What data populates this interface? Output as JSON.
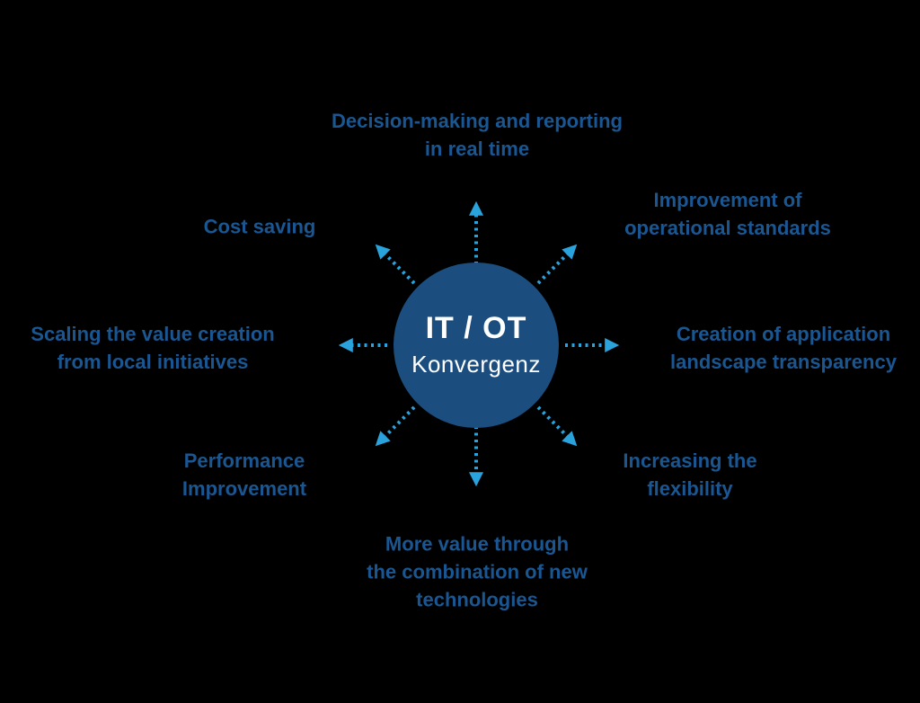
{
  "diagram": {
    "title": "IT / OT Konvergenz benefits diagram",
    "colors": {
      "background": "#000000",
      "circle": "#1b4e7f",
      "label": "#1a5792",
      "arrow": "#2aa3dc",
      "center_text": "#ffffff"
    },
    "center": {
      "title": "IT / OT",
      "subtitle": "Konvergenz"
    },
    "nodes": [
      {
        "id": "decision-making",
        "position": "top",
        "lines": [
          "Decision-making and reporting",
          "in real time"
        ]
      },
      {
        "id": "operational-standards",
        "position": "top-right",
        "lines": [
          "Improvement of",
          "operational standards"
        ]
      },
      {
        "id": "application-transparency",
        "position": "right",
        "lines": [
          "Creation of application",
          "landscape transparency"
        ]
      },
      {
        "id": "increasing-flexibility",
        "position": "bottom-right",
        "lines": [
          "Increasing the",
          "flexibility"
        ]
      },
      {
        "id": "new-technologies",
        "position": "bottom",
        "lines": [
          "More value through",
          "the combination of new",
          "technologies"
        ]
      },
      {
        "id": "performance-improvement",
        "position": "bottom-left",
        "lines": [
          "Performance",
          "Improvement"
        ]
      },
      {
        "id": "scaling-value-creation",
        "position": "left",
        "lines": [
          "Scaling the value creation",
          "from local initiatives"
        ]
      },
      {
        "id": "cost-saving",
        "position": "top-left",
        "lines": [
          "Cost saving"
        ]
      }
    ]
  }
}
